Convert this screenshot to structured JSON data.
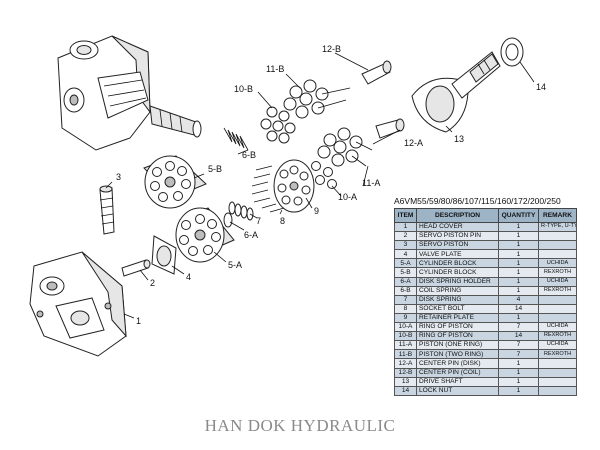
{
  "callouts": {
    "c1": "1",
    "c2": "2",
    "c3": "3",
    "c4": "4",
    "c5a": "5-A",
    "c5b": "5-B",
    "c6a": "6-A",
    "c6b": "6-B",
    "c7": "7",
    "c8": "8",
    "c9": "9",
    "c10a": "10-A",
    "c10b": "10-B",
    "c11a": "11-A",
    "c11b": "11-B",
    "c12a": "12-A",
    "c12b": "12-B",
    "c13": "13",
    "c14": "14"
  },
  "table": {
    "title": "A6VM55/59/80/86/107/115/160/172/200/250",
    "headers": {
      "item": "ITEM",
      "description": "DESCRIPTION",
      "quantity": "QUANTITY",
      "remark": "REMARK"
    },
    "rows": [
      {
        "item": "1",
        "description": "HEAD COVER",
        "quantity": "1",
        "remark": "R-TYPE, U-TYPE"
      },
      {
        "item": "2",
        "description": "SERVO PISTON PIN",
        "quantity": "1",
        "remark": ""
      },
      {
        "item": "3",
        "description": "SERVO PISTON",
        "quantity": "1",
        "remark": ""
      },
      {
        "item": "4",
        "description": "VALVE PLATE",
        "quantity": "1",
        "remark": ""
      },
      {
        "item": "5-A",
        "description": "CYLINDER BLOCK",
        "quantity": "1",
        "remark": "UCHIDA"
      },
      {
        "item": "5-B",
        "description": "CYLINDER BLOCK",
        "quantity": "1",
        "remark": "REXROTH"
      },
      {
        "item": "6-A",
        "description": "DISK SPRING HOLDER",
        "quantity": "1",
        "remark": "UCHIDA"
      },
      {
        "item": "6-B",
        "description": "COIL SPRING",
        "quantity": "1",
        "remark": "REXROTH"
      },
      {
        "item": "7",
        "description": "DISK SPRING",
        "quantity": "4",
        "remark": ""
      },
      {
        "item": "8",
        "description": "SOCKET BOLT",
        "quantity": "14",
        "remark": ""
      },
      {
        "item": "9",
        "description": "RETAINER PLATE",
        "quantity": "1",
        "remark": ""
      },
      {
        "item": "10-A",
        "description": "RING OF PISTON",
        "quantity": "7",
        "remark": "UCHIDA"
      },
      {
        "item": "10-B",
        "description": "RING OF PISTON",
        "quantity": "14",
        "remark": "REXROTH"
      },
      {
        "item": "11-A",
        "description": "PISTON (ONE RING)",
        "quantity": "7",
        "remark": "UCHIDA"
      },
      {
        "item": "11-B",
        "description": "PISTON (TWO RING)",
        "quantity": "7",
        "remark": "REXROTH"
      },
      {
        "item": "12-A",
        "description": "CENTER PIN (DISK)",
        "quantity": "1",
        "remark": ""
      },
      {
        "item": "12-B",
        "description": "CENTER PIN (COIL)",
        "quantity": "1",
        "remark": ""
      },
      {
        "item": "13",
        "description": "DRIVE SHAFT",
        "quantity": "1",
        "remark": ""
      },
      {
        "item": "14",
        "description": "LOCK NUT",
        "quantity": "1",
        "remark": ""
      }
    ]
  },
  "brand": "HAN DOK HYDRAULIC"
}
